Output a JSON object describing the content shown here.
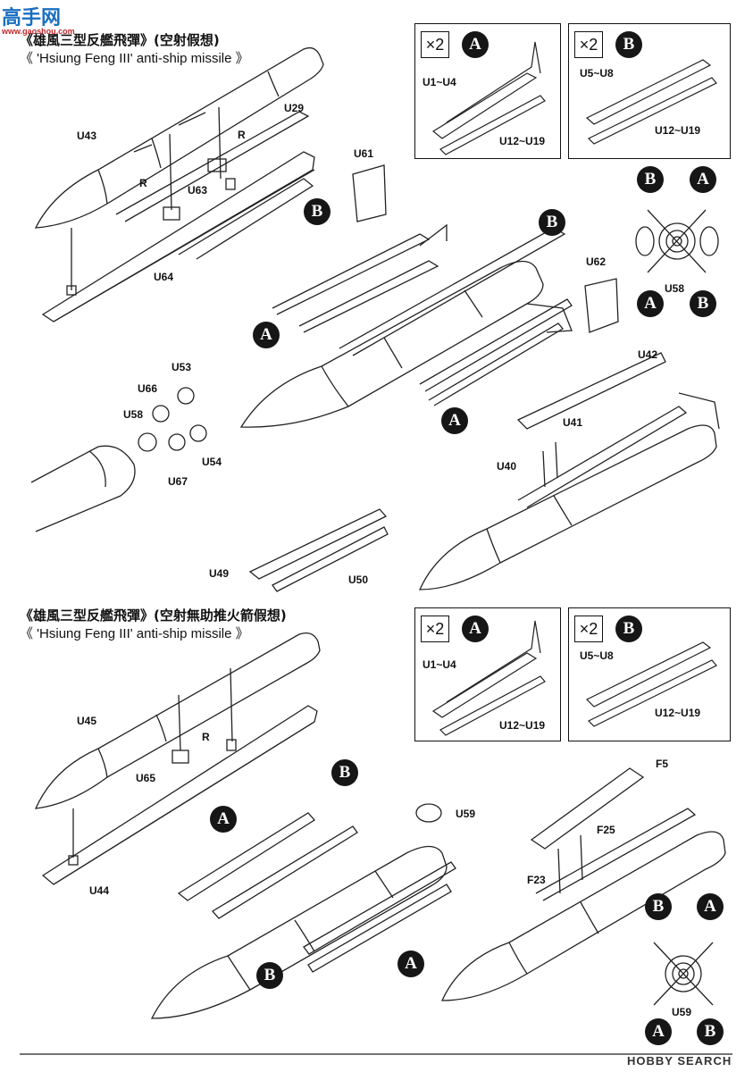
{
  "watermark_top": {
    "main": "高手网",
    "sub": "www.gaoshou.com"
  },
  "section1": {
    "title_zh": "《雄風三型反艦飛彈》(空射假想)",
    "title_en": "《 'Hsiung Feng III'  anti-ship missile 》"
  },
  "section2": {
    "title_zh": "《雄風三型反艦飛彈》(空射無助推火箭假想)",
    "title_en": "《 'Hsiung Feng III'  anti-ship missile 》"
  },
  "boxes": {
    "box1": {
      "mult": "×2",
      "badge": "A",
      "labels": [
        "U1~U4",
        "U12~U19"
      ]
    },
    "box2": {
      "mult": "×2",
      "badge": "B",
      "labels": [
        "U5~U8",
        "U12~U19"
      ]
    },
    "box3": {
      "mult": "×2",
      "badge": "A",
      "labels": [
        "U1~U4",
        "U12~U19"
      ]
    },
    "box4": {
      "mult": "×2",
      "badge": "B",
      "labels": [
        "U5~U8",
        "U12~U19"
      ]
    }
  },
  "labels": {
    "u43": "U43",
    "u29": "U29",
    "r1": "R",
    "r2": "R",
    "u63": "U63",
    "u64": "U64",
    "u61": "U61",
    "u62": "U62",
    "u58a": "U58",
    "u53": "U53",
    "u66": "U66",
    "u58b": "U58",
    "u54": "U54",
    "u67": "U67",
    "u42": "U42",
    "u41": "U41",
    "u40": "U40",
    "u49": "U49",
    "u50": "U50",
    "u45": "U45",
    "r3": "R",
    "u65": "U65",
    "u44": "U44",
    "u59a": "U59",
    "f5": "F5",
    "f25": "F25",
    "f23": "F23",
    "u59b": "U59"
  },
  "badges": [
    "A",
    "B"
  ],
  "watermark_bottom": "HOBBY SEARCH"
}
